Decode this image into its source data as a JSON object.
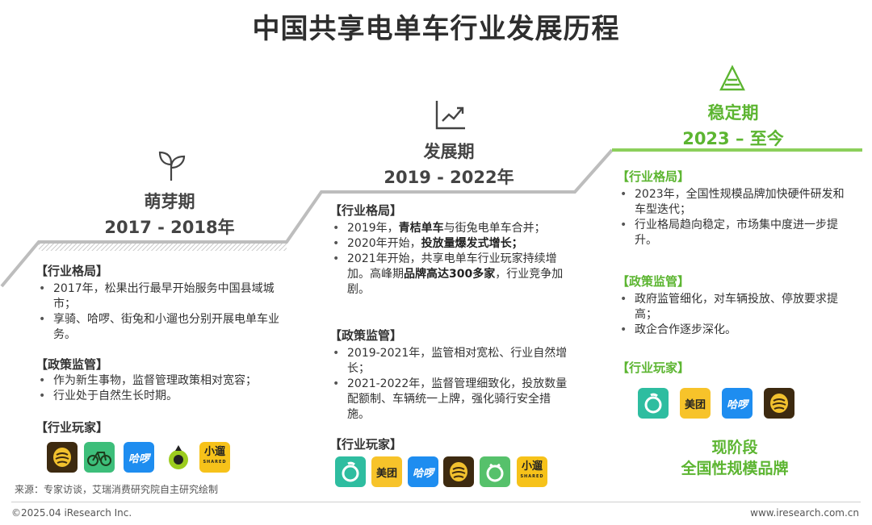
{
  "title": "中国共享电单车行业发展历程",
  "colors": {
    "accent_green": "#5cb531",
    "step_gray": "#b5b5b5",
    "text": "#333333"
  },
  "stages": [
    {
      "icon": "sprout-icon",
      "name": "萌芽期",
      "years": "2017 - 2018年",
      "sections": [
        {
          "heading": "【行业格局】",
          "items": [
            {
              "parts": [
                {
                  "t": "2017年，松果出行最早开始服务中国县域城市；",
                  "b": false
                }
              ]
            },
            {
              "parts": [
                {
                  "t": "享骑、哈啰、街兔和小遛也分别开展电单车业务。",
                  "b": false
                }
              ]
            }
          ]
        },
        {
          "heading": "【政策监管】",
          "items": [
            {
              "parts": [
                {
                  "t": "作为新生事物，监督管理政策相对宽容；",
                  "b": false
                }
              ]
            },
            {
              "parts": [
                {
                  "t": "行业处于自然生长时期。",
                  "b": false
                }
              ]
            }
          ]
        },
        {
          "heading": "【行业玩家】",
          "items": []
        }
      ],
      "logos": [
        "松果出行",
        "享骑",
        "哈啰",
        "街兔",
        "小遛"
      ]
    },
    {
      "icon": "growth-chart-icon",
      "name": "发展期",
      "years": "2019 - 2022年",
      "sections": [
        {
          "heading": "【行业格局】",
          "items": [
            {
              "parts": [
                {
                  "t": "2019年，",
                  "b": false
                },
                {
                  "t": "青桔单车",
                  "b": true
                },
                {
                  "t": "与街兔电单车合并；",
                  "b": false
                }
              ]
            },
            {
              "parts": [
                {
                  "t": "2020年开始，",
                  "b": false
                },
                {
                  "t": "投放量爆发式增长；",
                  "b": true
                }
              ]
            },
            {
              "parts": [
                {
                  "t": "2021年开始，共享电单车行业玩家持续增加。高峰期",
                  "b": false
                },
                {
                  "t": "品牌高达300多家",
                  "b": true
                },
                {
                  "t": "，行业竞争加剧。",
                  "b": false
                }
              ]
            }
          ]
        },
        {
          "heading": "【政策监管】",
          "items": [
            {
              "parts": [
                {
                  "t": "2019-2021年，监管相对宽松、行业自然增长；",
                  "b": false
                }
              ]
            },
            {
              "parts": [
                {
                  "t": "2021-2022年，监督管理细致化，投放数量配额制、车辆统一上牌，强化骑行安全措施。",
                  "b": false
                }
              ]
            }
          ]
        },
        {
          "heading": "【行业玩家】",
          "items": []
        }
      ],
      "logos": [
        "青桔",
        "美团",
        "哈啰",
        "松果出行",
        "青桔",
        "小遛"
      ]
    },
    {
      "icon": "triangle-icon",
      "name": "稳定期",
      "years": "2023 – 至今",
      "sections": [
        {
          "heading": "【行业格局】",
          "items": [
            {
              "parts": [
                {
                  "t": "2023年，全国性规模品牌加快硬件研发和车型迭代；",
                  "b": false
                }
              ]
            },
            {
              "parts": [
                {
                  "t": "行业格局趋向稳定，市场集中度进一步提升。",
                  "b": false
                }
              ]
            }
          ]
        },
        {
          "heading": "【政策监管】",
          "items": [
            {
              "parts": [
                {
                  "t": "政府监管细化，对车辆投放、停放要求提高；",
                  "b": false
                }
              ]
            },
            {
              "parts": [
                {
                  "t": "政企合作逐步深化。",
                  "b": false
                }
              ]
            }
          ]
        },
        {
          "heading": "【行业玩家】",
          "items": []
        }
      ],
      "logos": [
        "青桔",
        "美团",
        "哈啰",
        "松果出行"
      ],
      "note_line1": "现阶段",
      "note_line2": "全国性规模品牌"
    }
  ],
  "logo_texts": {
    "meituan": "美团",
    "hellobike": "哈啰",
    "xiaoliu": "小遛",
    "xiaoliu_sub": "SHARED"
  },
  "source": "来源：专家访谈，艾瑞消费研究院自主研究绘制",
  "copyright": "©2025.04 iResearch Inc.",
  "website": "www.iresearch.com.cn"
}
